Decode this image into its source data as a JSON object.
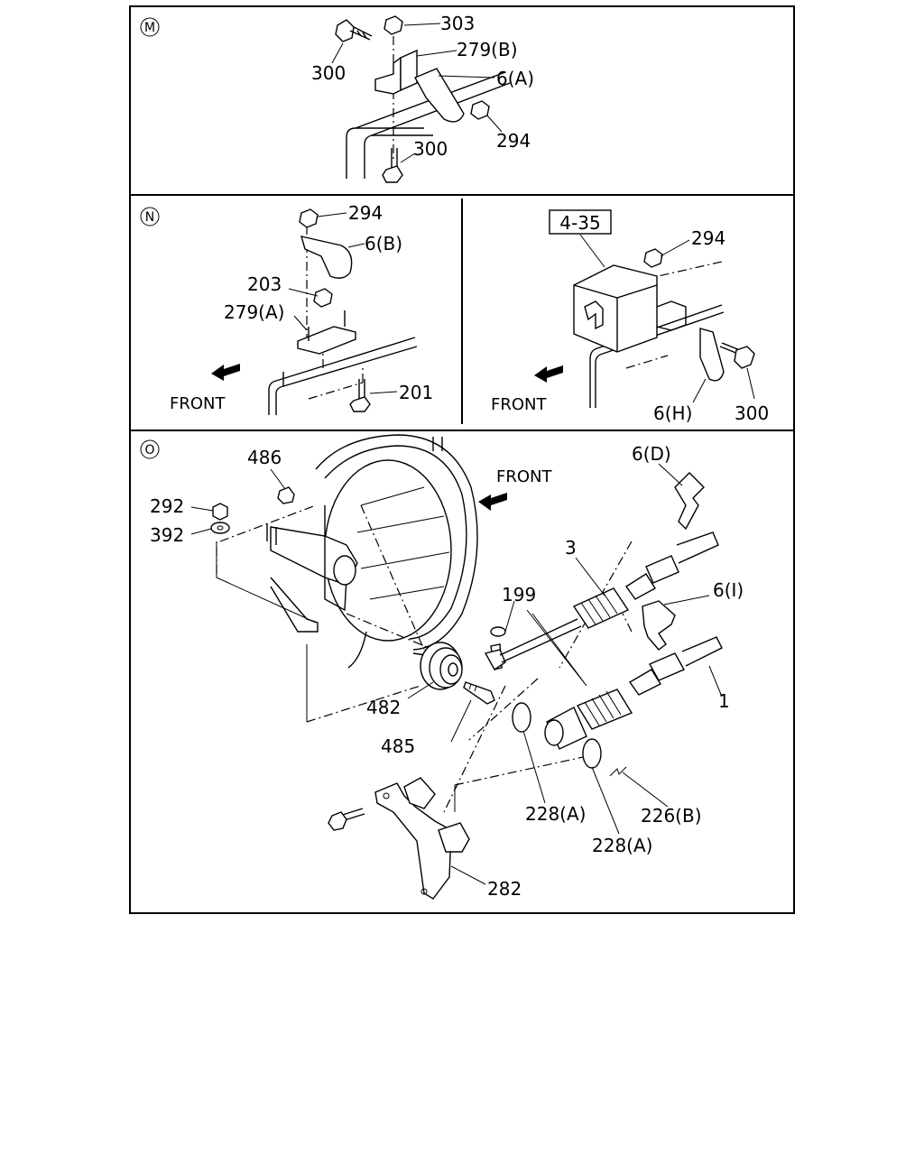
{
  "sections": {
    "M": {
      "marker": "M",
      "callouts": {
        "c303": "303",
        "c279B": "279(B)",
        "c300a": "300",
        "c6A": "6(A)",
        "c294": "294",
        "c300b": "300"
      }
    },
    "N": {
      "marker": "N",
      "callouts": {
        "c294": "294",
        "c6B": "6(B)",
        "c203": "203",
        "c279A": "279(A)",
        "c201": "201"
      },
      "front_label": "FRONT"
    },
    "N_right": {
      "ref_box": "4-35",
      "callouts": {
        "c294": "294",
        "c6H": "6(H)",
        "c300": "300"
      },
      "front_label": "FRONT"
    },
    "O": {
      "marker": "O",
      "callouts": {
        "c486": "486",
        "c292": "292",
        "c392": "392",
        "c6D": "6(D)",
        "c3": "3",
        "c199": "199",
        "c6I": "6(I)",
        "c1": "1",
        "c482": "482",
        "c485": "485",
        "c228A_1": "228(A)",
        "c226B": "226(B)",
        "c228A_2": "228(A)",
        "c282": "282"
      },
      "front_label": "FRONT"
    }
  }
}
